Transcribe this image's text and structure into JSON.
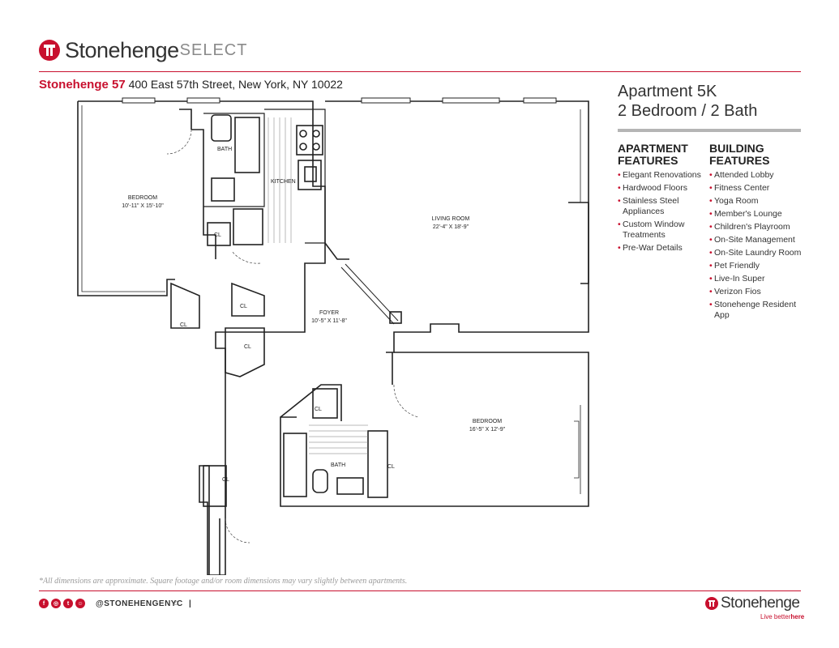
{
  "header": {
    "brand": "Stonehenge",
    "brand_suffix": "SELECT",
    "building_name": "Stonehenge 57",
    "address": "400 East 57th Street, New York, NY 10022"
  },
  "apartment": {
    "title": "Apartment 5K",
    "subtitle": "2 Bedroom / 2 Bath"
  },
  "features": {
    "apartment_heading_1": "APARTMENT",
    "apartment_heading_2": "FEATURES",
    "apartment_items": [
      "Elegant Renovations",
      "Hardwood Floors",
      "Stainless Steel Appliances",
      "Custom Window Treatments",
      "Pre-War Details"
    ],
    "building_heading_1": "BUILDING",
    "building_heading_2": "FEATURES",
    "building_items": [
      "Attended Lobby",
      "Fitness Center",
      "Yoga Room",
      "Member's Lounge",
      "Children's Playroom",
      "On-Site Management",
      "On-Site Laundry Room",
      "Pet Friendly",
      "Live-In Super",
      "Verizon Fios",
      "Stonehenge Resident App"
    ]
  },
  "floorplan": {
    "bedroom1": {
      "name": "BEDROOM",
      "dims": "10'-11\" X 15'-10\""
    },
    "bath1": "BATH",
    "kitchen": "KITCHEN",
    "living": {
      "name": "LIVING ROOM",
      "dims": "22'-4\" X 18'-9\""
    },
    "foyer": {
      "name": "FOYER",
      "dims": "10'-5\" X 11'-8\""
    },
    "bedroom2": {
      "name": "BEDROOM",
      "dims": "16'-5\" X 12'-9\""
    },
    "bath2": "BATH",
    "closet": "CL"
  },
  "footer": {
    "disclaimer": "*All dimensions are approximate. Square footage and/or room dimensions may vary slightly between apartments.",
    "handle": "@STONEHENGENYC",
    "separator": "|",
    "social_icons": [
      "facebook-icon",
      "instagram-icon",
      "twitter-icon",
      "snapchat-icon"
    ],
    "brand": "Stonehenge",
    "tagline_prefix": "Live better",
    "tagline_suffix": "here"
  },
  "colors": {
    "accent": "#c8102e",
    "rule_gray": "#b5b5b5"
  }
}
